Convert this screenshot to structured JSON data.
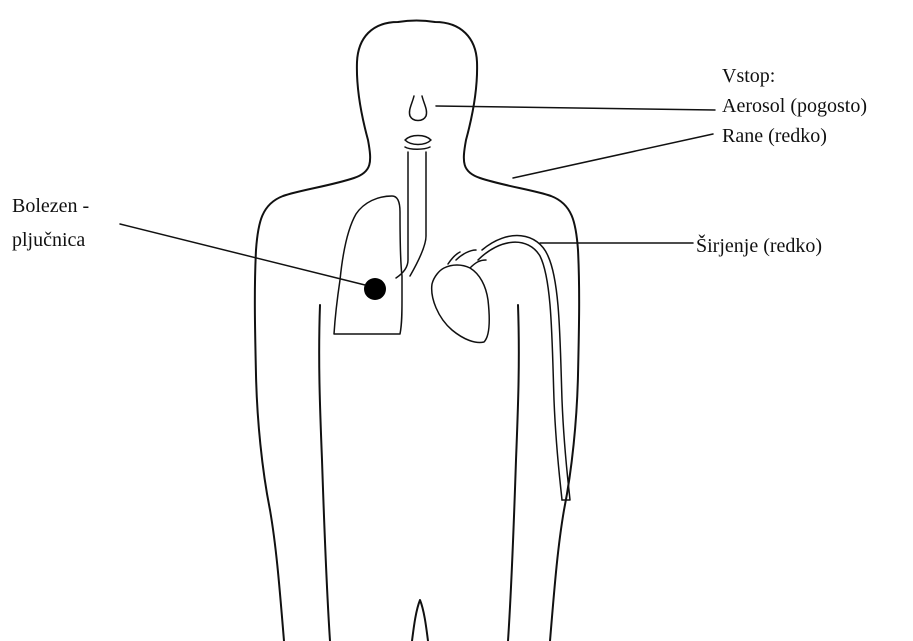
{
  "labels": {
    "entry_title": "Vstop:",
    "entry_aerosol": "Aerosol (pogosto)",
    "entry_wounds": "Rane (redko)",
    "disease_line1": "Bolezen -",
    "disease_line2": "pljučnica",
    "spread": "Širjenje (redko)"
  },
  "colors": {
    "line": "#111111",
    "background": "#ffffff",
    "lesion": "#000000"
  }
}
